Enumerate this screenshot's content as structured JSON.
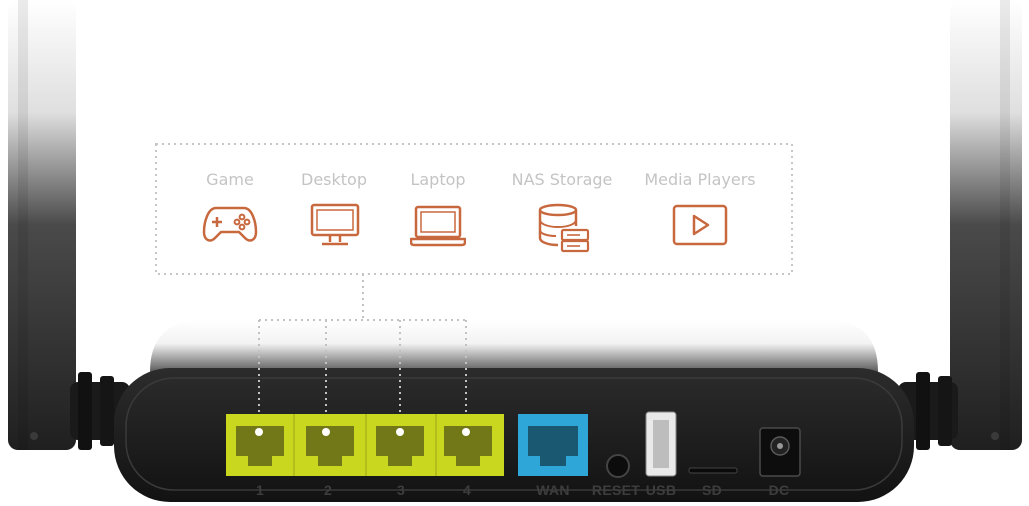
{
  "devices": [
    {
      "label": "Game",
      "icon": "gamepad-icon"
    },
    {
      "label": "Desktop",
      "icon": "desktop-monitor-icon"
    },
    {
      "label": "Laptop",
      "icon": "laptop-icon"
    },
    {
      "label": "NAS Storage",
      "icon": "database-storage-icon"
    },
    {
      "label": "Media Players",
      "icon": "play-button-icon"
    }
  ],
  "ports": {
    "lan1": "1",
    "lan2": "2",
    "lan3": "3",
    "lan4": "4",
    "wan": "WAN",
    "reset": "RESET",
    "usb": "USB",
    "sd": "SD",
    "dc": "DC"
  },
  "colors": {
    "icon": "#c8683e",
    "lan_port": "#c9d81f",
    "wan_port": "#2ea6d8",
    "device_body": "#1c1c1c"
  }
}
